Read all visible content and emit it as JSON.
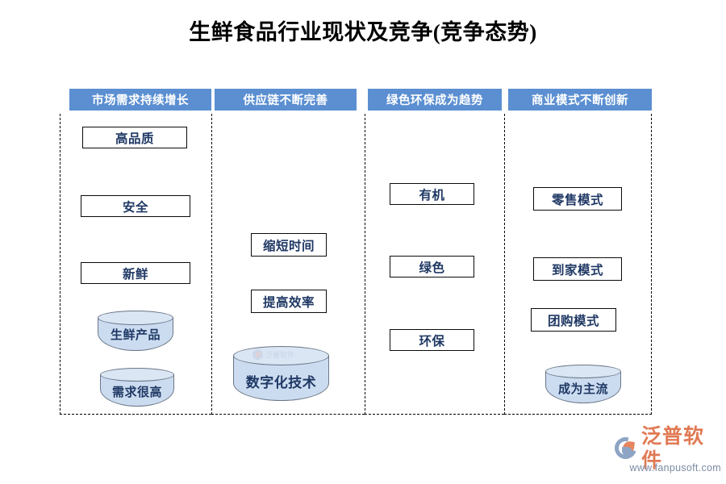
{
  "title": "生鲜食品行业现状及竞争(竞争态势)",
  "theme": {
    "header_bg": "#5b8fd1",
    "header_text": "#ffffff",
    "box_text": "#1f3864",
    "box_border": "#0a0a0a",
    "cylinder_fill": "#ccdcf0",
    "cylinder_top": "#dbe6f5",
    "cylinder_border": "#6a7686",
    "page_bg": "#ffffff",
    "title_color": "#000000",
    "logo_orange": "#e07a54",
    "logo_blue": "#8da4c4"
  },
  "columns": [
    {
      "header": "市场需求持续增长",
      "boxes": [
        {
          "label": "高品质"
        },
        {
          "label": "安全"
        },
        {
          "label": "新鲜"
        }
      ],
      "cylinders": [
        {
          "label": "生鲜产品"
        },
        {
          "label": "需求很高"
        }
      ]
    },
    {
      "header": "供应链不断完善",
      "boxes": [
        {
          "label": "缩短时间"
        },
        {
          "label": "提高效率"
        }
      ],
      "cylinders": [
        {
          "label": "数字化技术"
        }
      ]
    },
    {
      "header": "绿色环保成为趋势",
      "boxes": [
        {
          "label": "有机"
        },
        {
          "label": "绿色"
        },
        {
          "label": "环保"
        }
      ],
      "cylinders": []
    },
    {
      "header": "商业模式不断创新",
      "boxes": [
        {
          "label": "零售模式"
        },
        {
          "label": "到家模式"
        },
        {
          "label": "团购模式"
        }
      ],
      "cylinders": [
        {
          "label": "成为主流"
        }
      ]
    }
  ],
  "watermark": {
    "text": "泛普软件"
  },
  "logo": {
    "name": "泛普软件",
    "url": "www.fanpusoft.com"
  }
}
